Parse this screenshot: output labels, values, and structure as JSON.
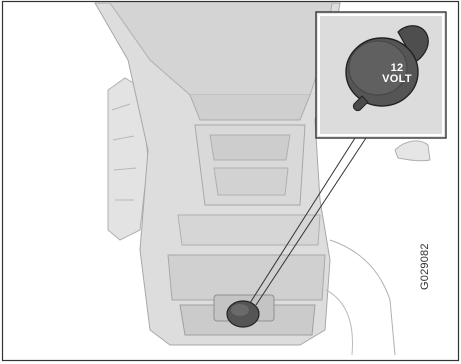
{
  "illustration": {
    "callout_label_line1": "12",
    "callout_label_line2": "VOLT",
    "figure_code": "G029082"
  },
  "colors": {
    "console_fill": "#dcdcdc",
    "console_shade": "#c9c9c9",
    "outline": "#a8a8a8",
    "socket_cap": "#555555",
    "frame": "#333333"
  }
}
